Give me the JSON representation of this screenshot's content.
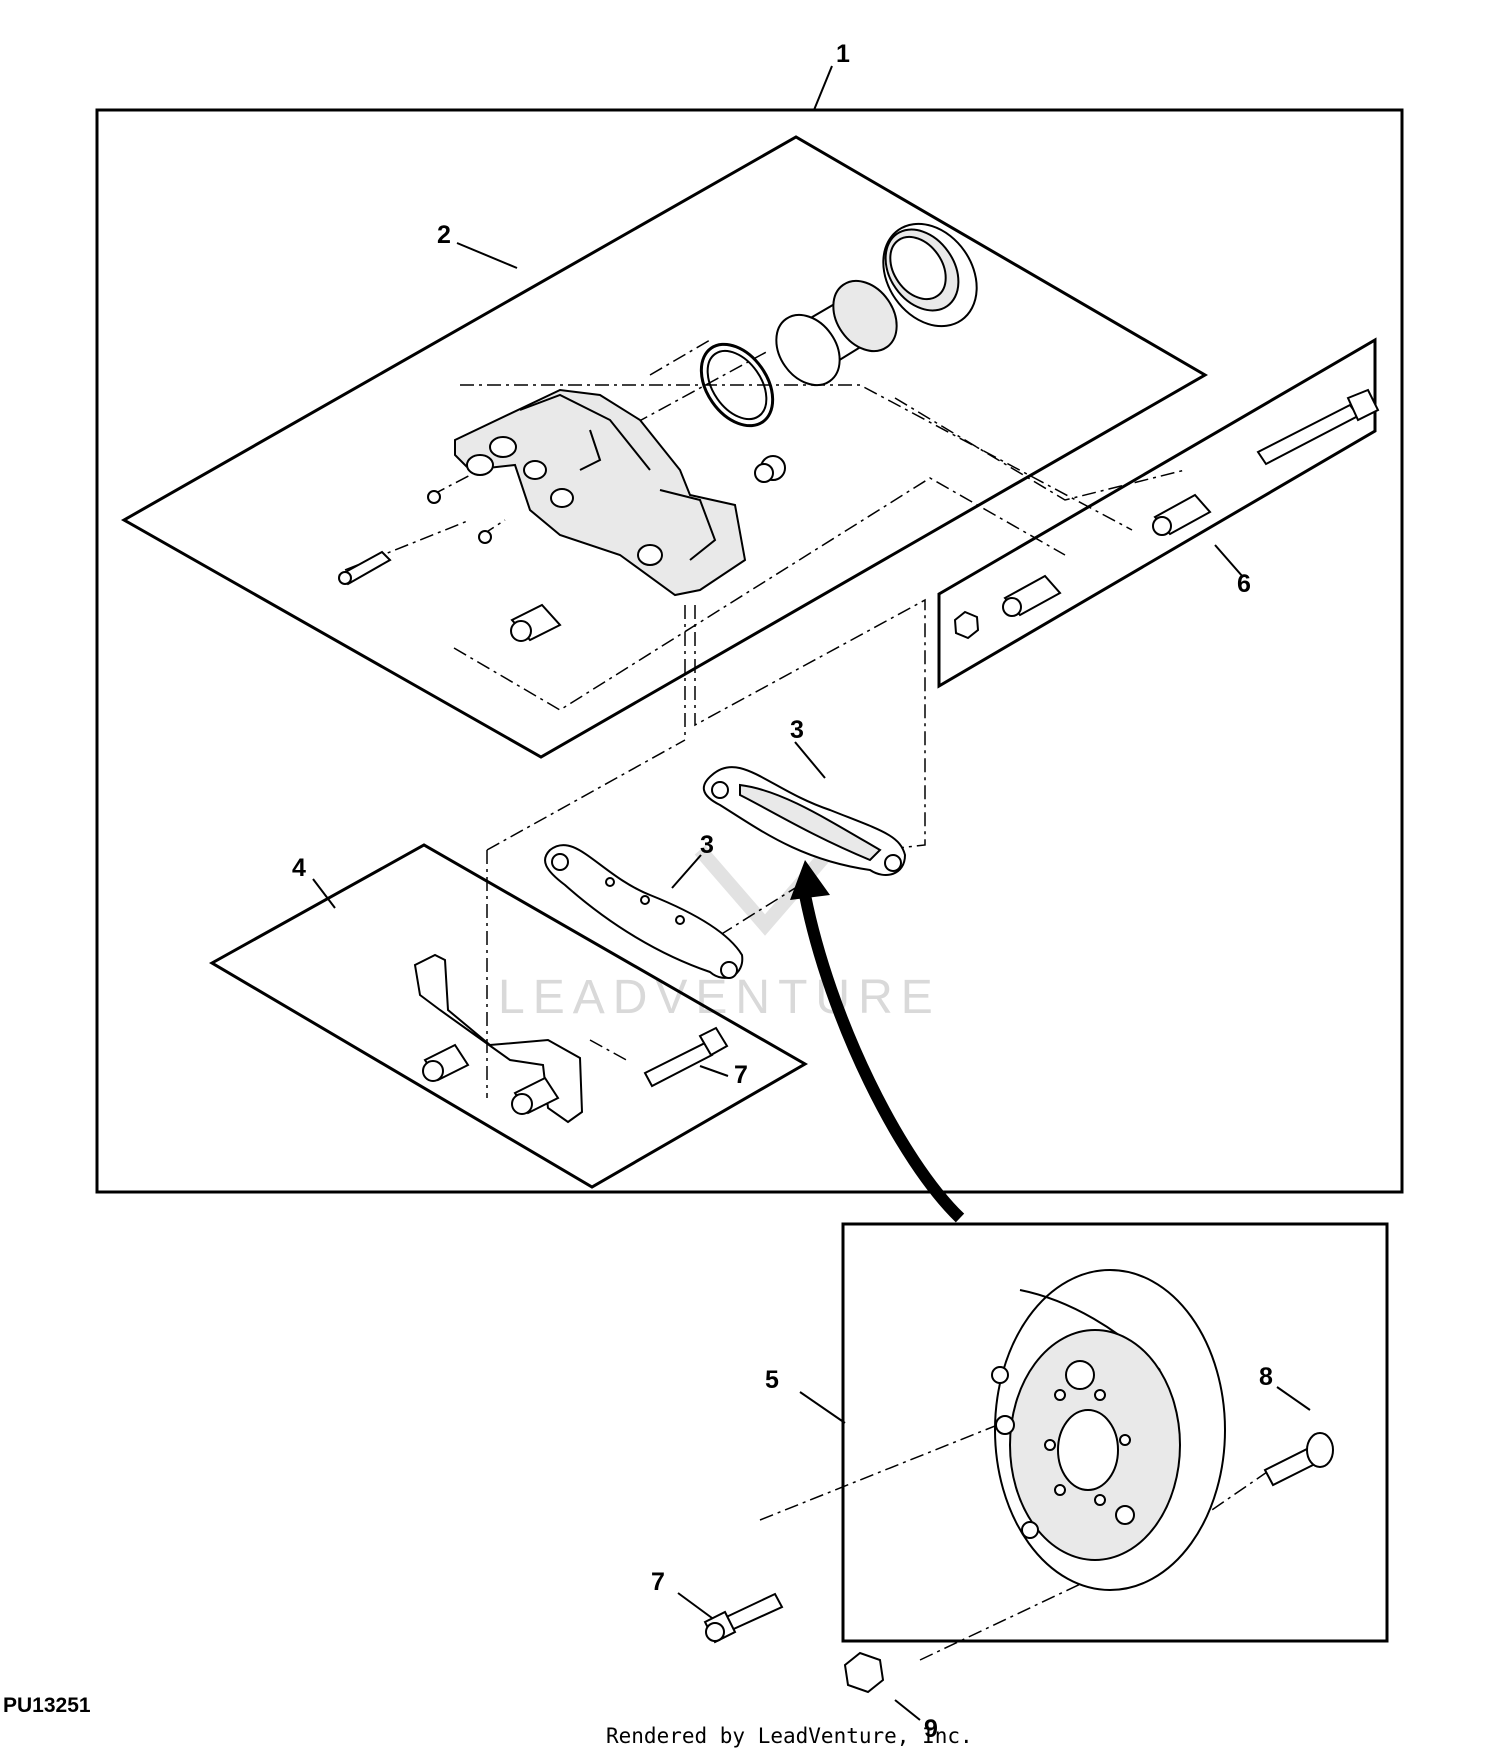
{
  "figure_id": "PU13251",
  "credit": "Rendered by LeadVenture, Inc.",
  "watermark": "LEADVENTURE",
  "callouts": {
    "c1": "1",
    "c2": "2",
    "c3a": "3",
    "c3b": "3",
    "c4": "4",
    "c5": "5",
    "c6": "6",
    "c7a": "7",
    "c7b": "7",
    "c8": "8",
    "c9": "9"
  }
}
